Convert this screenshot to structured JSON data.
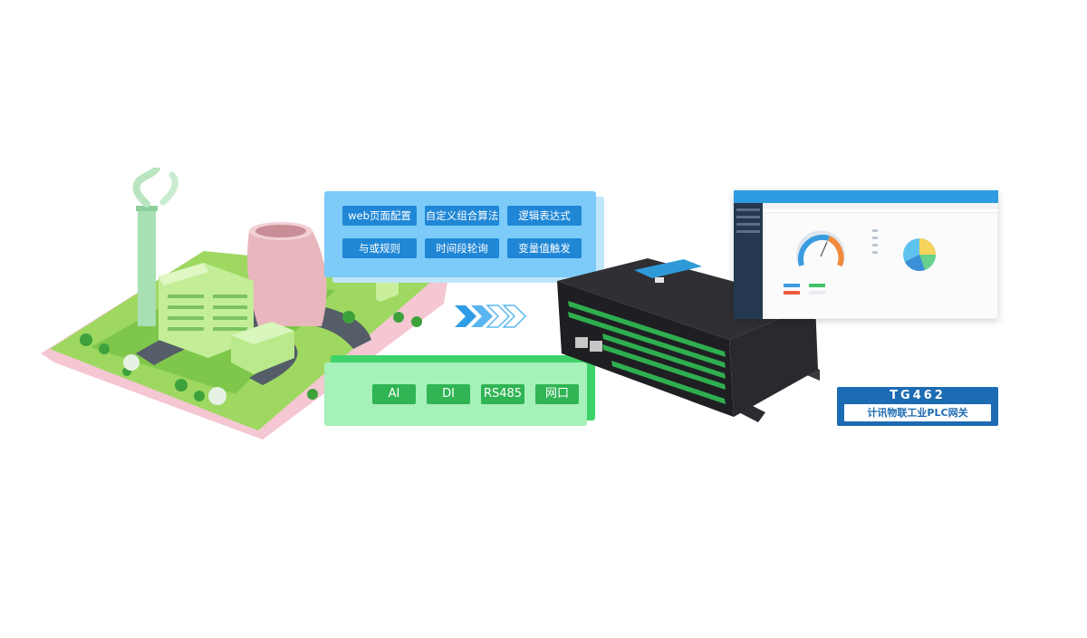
{
  "features": {
    "items": [
      {
        "label": "web页面配置"
      },
      {
        "label": "自定义组合算法"
      },
      {
        "label": "逻辑表达式"
      },
      {
        "label": "与或规则"
      },
      {
        "label": "时间段轮询"
      },
      {
        "label": "变量值触发"
      }
    ]
  },
  "interfaces": {
    "items": [
      {
        "label": "AI"
      },
      {
        "label": "DI"
      },
      {
        "label": "RS485"
      },
      {
        "label": "网口"
      }
    ]
  },
  "product": {
    "model": "TG462",
    "name": "计讯物联工业PLC网关"
  },
  "colors": {
    "feature_panel": "#7ccbf8",
    "feature_button": "#2087d6",
    "interface_panel": "#a6f0b9",
    "interface_button": "#30b454",
    "badge": "#1d6bb2"
  }
}
